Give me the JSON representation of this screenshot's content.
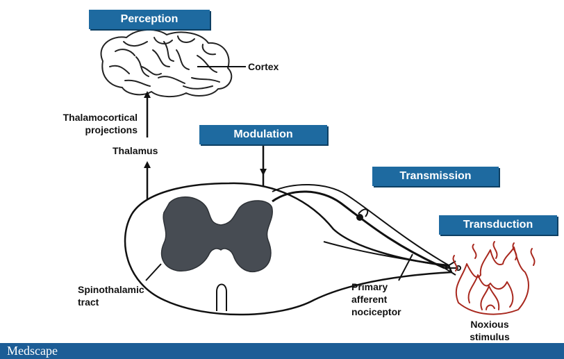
{
  "stages": {
    "perception": "Perception",
    "modulation": "Modulation",
    "transmission": "Transmission",
    "transduction": "Transduction"
  },
  "labels": {
    "cortex": "Cortex",
    "thalamocortical_line1": "Thalamocortical",
    "thalamocortical_line2": "projections",
    "thalamus": "Thalamus",
    "spinothalamic_line1": "Spinothalamic",
    "spinothalamic_line2": "tract",
    "nociceptor_line1": "Primary",
    "nociceptor_line2": "afferent",
    "nociceptor_line3": "nociceptor",
    "stimulus_line1": "Noxious",
    "stimulus_line2": "stimulus"
  },
  "footer": {
    "brand": "Medscape"
  },
  "colors": {
    "tag_background": "#1e6aa0",
    "grey_matter": "#474c53",
    "flame": "#a8281e",
    "footer_background": "#1c5d96"
  }
}
